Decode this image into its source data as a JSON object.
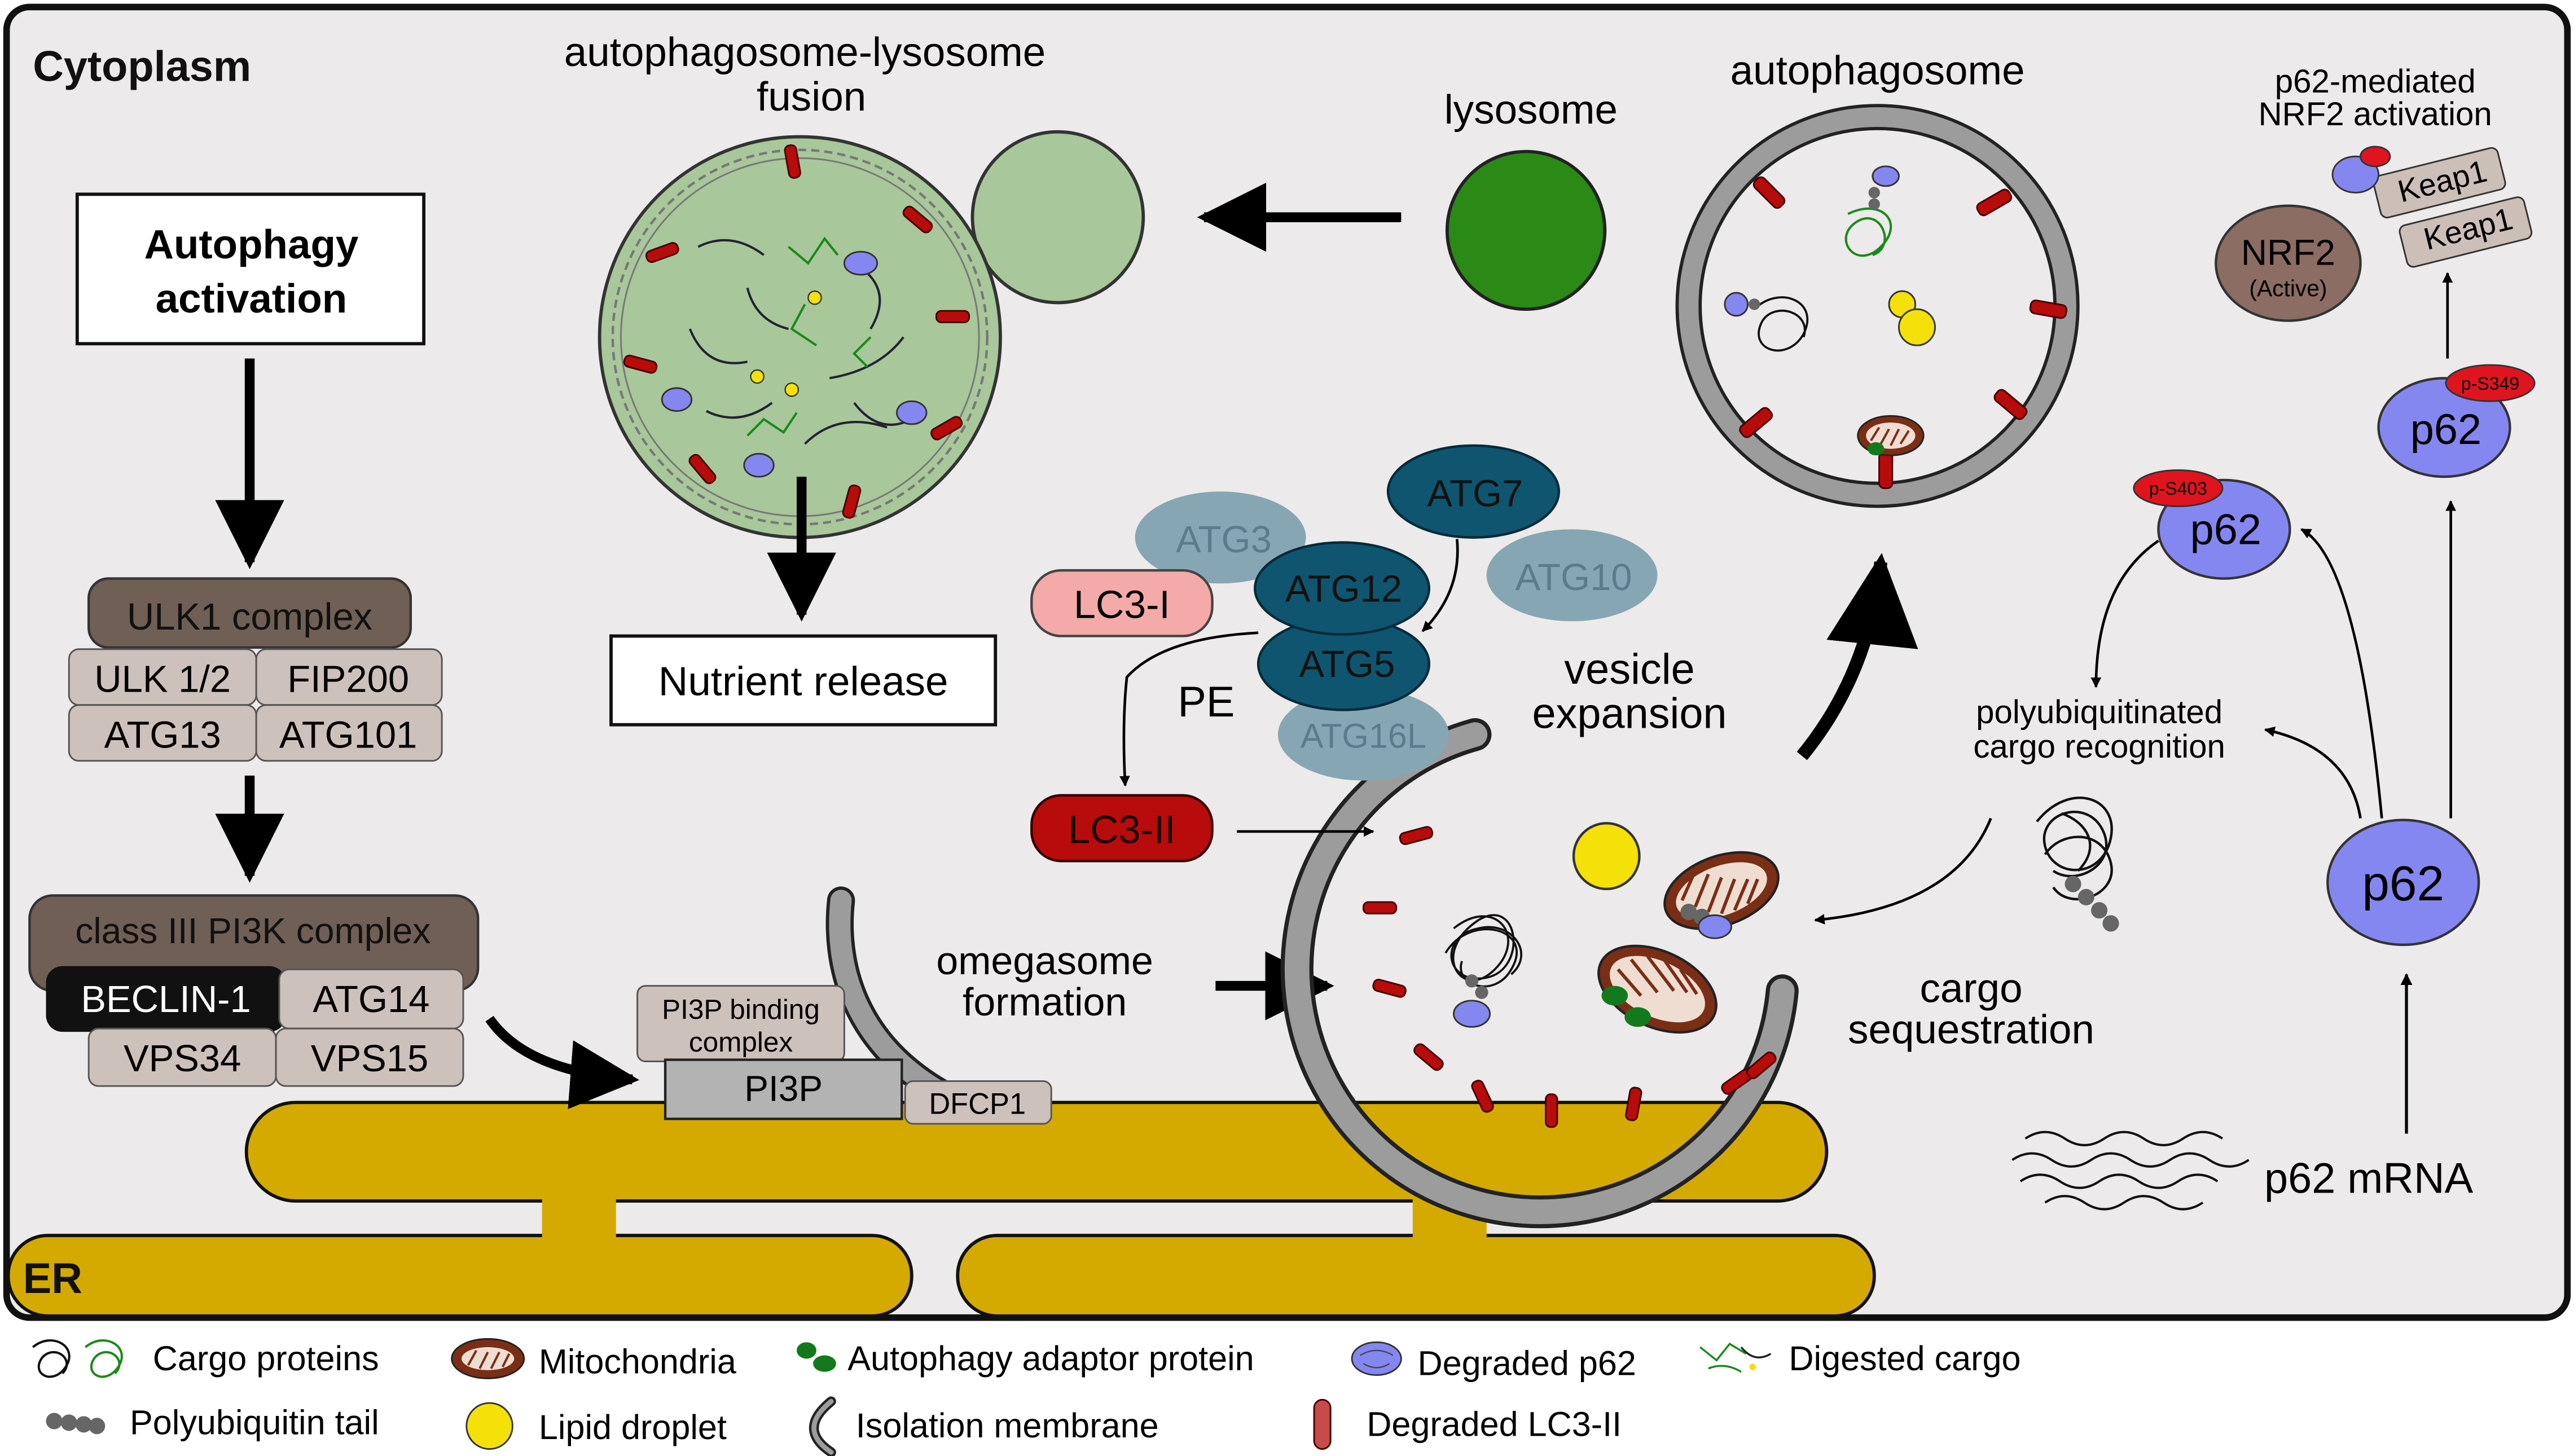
{
  "region": {
    "cytoplasm": "Cytoplasm",
    "er": "ER"
  },
  "activation": {
    "line1": "Autophagy",
    "line2": "activation"
  },
  "ulk1": {
    "title": "ULK1 complex",
    "members": [
      "ULK 1/2",
      "FIP200",
      "ATG13",
      "ATG101"
    ]
  },
  "pi3k": {
    "title": "class III PI3K complex",
    "members": [
      "BECLIN-1",
      "ATG14",
      "VPS34",
      "VPS15"
    ]
  },
  "pi3p": {
    "binding_line1": "PI3P binding",
    "binding_line2": "complex",
    "label": "PI3P",
    "dfcp1": "DFCP1"
  },
  "omegasome": {
    "line1": "omegasome",
    "line2": "formation"
  },
  "fusion": {
    "line1": "autophagosome-lysosome",
    "line2": "fusion"
  },
  "lysosome": "lysosome",
  "autophagosome": "autophagosome",
  "nutrient_release": "Nutrient release",
  "atg": {
    "atg7": "ATG7",
    "atg3": "ATG3",
    "atg10": "ATG10",
    "atg12": "ATG12",
    "atg5": "ATG5",
    "atg16l": "ATG16L",
    "lc3i": "LC3-I",
    "lc3ii": "LC3-II",
    "pe": "PE"
  },
  "vesicle": {
    "line1": "vesicle",
    "line2": "expansion"
  },
  "cargo_seq": {
    "line1": "cargo",
    "line2": "sequestration"
  },
  "p62": {
    "label": "p62",
    "s403": "p-S403",
    "s349": "p-S349",
    "mrna": "p62 mRNA",
    "recog_line1": "polyubiquitinated",
    "recog_line2": "cargo recognition",
    "nrf2_line1": "p62-mediated",
    "nrf2_line2": "NRF2 activation",
    "keap1": "Keap1",
    "nrf2": "NRF2",
    "nrf2_state": "(Active)"
  },
  "legend": [
    {
      "icon": "cargo-proteins-icon",
      "label": "Cargo proteins"
    },
    {
      "icon": "mitochondria-icon",
      "label": "Mitochondria"
    },
    {
      "icon": "adaptor-protein-icon",
      "label": "Autophagy adaptor protein"
    },
    {
      "icon": "degraded-p62-icon",
      "label": "Degraded p62"
    },
    {
      "icon": "digested-cargo-icon",
      "label": "Digested cargo"
    },
    {
      "icon": "polyubiquitin-tail-icon",
      "label": "Polyubiquitin tail"
    },
    {
      "icon": "lipid-droplet-icon",
      "label": "Lipid droplet"
    },
    {
      "icon": "isolation-membrane-icon",
      "label": "Isolation membrane"
    },
    {
      "icon": "degraded-lc3-icon",
      "label": "Degraded LC3-II"
    }
  ],
  "colors": {
    "cytoplasm_bg": "#eceaea",
    "er": "#d4aa00",
    "complex_header": "#6f5f55",
    "complex_cell": "#cdc1bb",
    "lysosome": "#2a8a15",
    "autolysosome": "#a8c79a",
    "membrane": "#9c9c9c",
    "lc3": "#b80b0b",
    "atg_dark": "#0f5570",
    "atg_faded": "#86a6b4",
    "lc3i_fill": "#f4aaa8",
    "p62": "#8587f0",
    "phospho": "#e0141e",
    "nrf2": "#8b6d63",
    "keap1": "#cbbfb8",
    "lipid": "#f4e10a",
    "mito": "#7a2e16",
    "adaptor": "#127a1c"
  }
}
